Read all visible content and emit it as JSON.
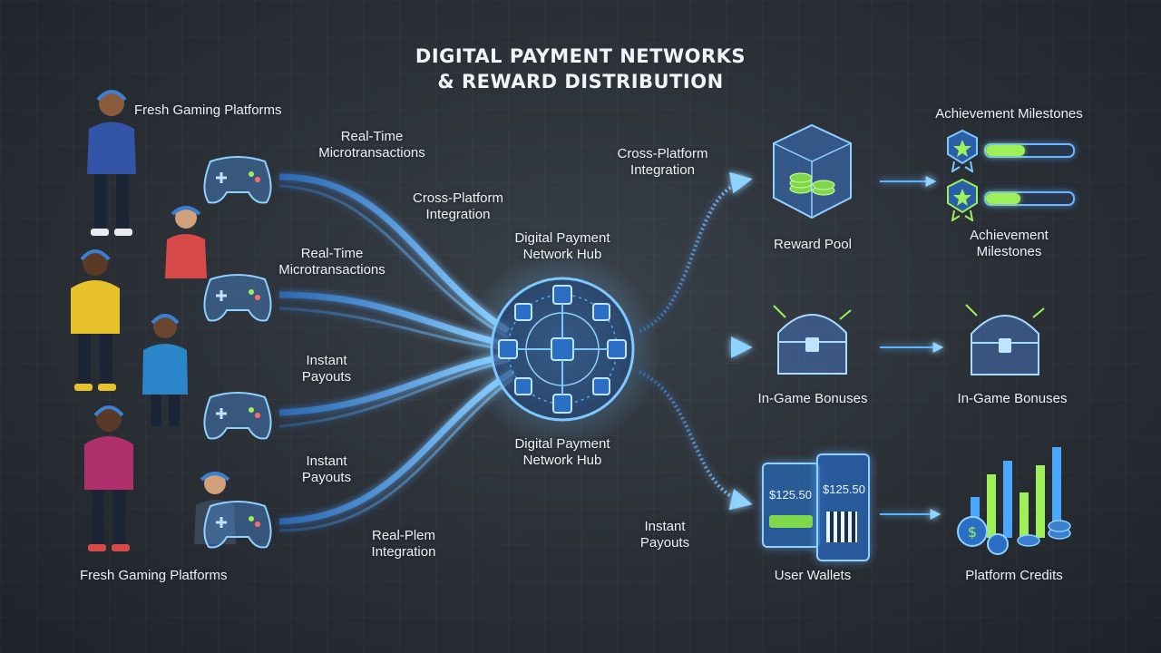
{
  "title": {
    "line1": "DIGITAL PAYMENT NETWORKS",
    "line2": "& REWARD DISTRIBUTION"
  },
  "labels": {
    "fresh_gaming_top": "Fresh Gaming Platforms",
    "fresh_gaming_bottom": "Fresh Gaming Platforms",
    "realtime_1": [
      "Real-Time",
      "Microtransactions"
    ],
    "cross_platform_1": [
      "Cross-Platform",
      "Integration"
    ],
    "realtime_2": [
      "Real-Time",
      "Microtransactions"
    ],
    "instant_1": [
      "Instant",
      "Payouts"
    ],
    "instant_2": [
      "Instant",
      "Payouts"
    ],
    "realplem": [
      "Real-Plem",
      "Integration"
    ],
    "hub_top": [
      "Digital Payment",
      "Network Hub"
    ],
    "hub_bottom": [
      "Digital Payment",
      "Network Hub"
    ],
    "cross_platform_2": [
      "Cross-Platform",
      "Integration"
    ],
    "instant_3": [
      "Instant",
      "Payouts"
    ],
    "reward_pool": "Reward Pool",
    "in_game_bonuses_1": "In-Game Bonuses",
    "user_wallets": "User Wallets",
    "achievement_top": "Achievement Milestones",
    "achievement_mid": [
      "Achievement",
      "Milestones"
    ],
    "in_game_bonuses_2": "In-Game Bonuses",
    "platform_credits": "Platform Credits"
  },
  "wallet": {
    "amount_1": "$125.50",
    "amount_2": "$125.50"
  },
  "milestones": [
    {
      "progress": 0.45
    },
    {
      "progress": 0.4
    }
  ],
  "colors": {
    "flow": "#4aa8ff",
    "glow": "#7cc8ff",
    "accent_green": "#9df05a"
  },
  "icons": {
    "players": "gamer-avatar-icon",
    "controllers": "gamepad-icon",
    "hub": "network-hub-chip-icon",
    "reward_pool": "coin-cube-icon",
    "bonuses": "treasure-chest-icon",
    "wallets": "wallet-card-icon",
    "milestones": "award-ribbon-icon",
    "credits": "bar-chart-coins-icon"
  }
}
